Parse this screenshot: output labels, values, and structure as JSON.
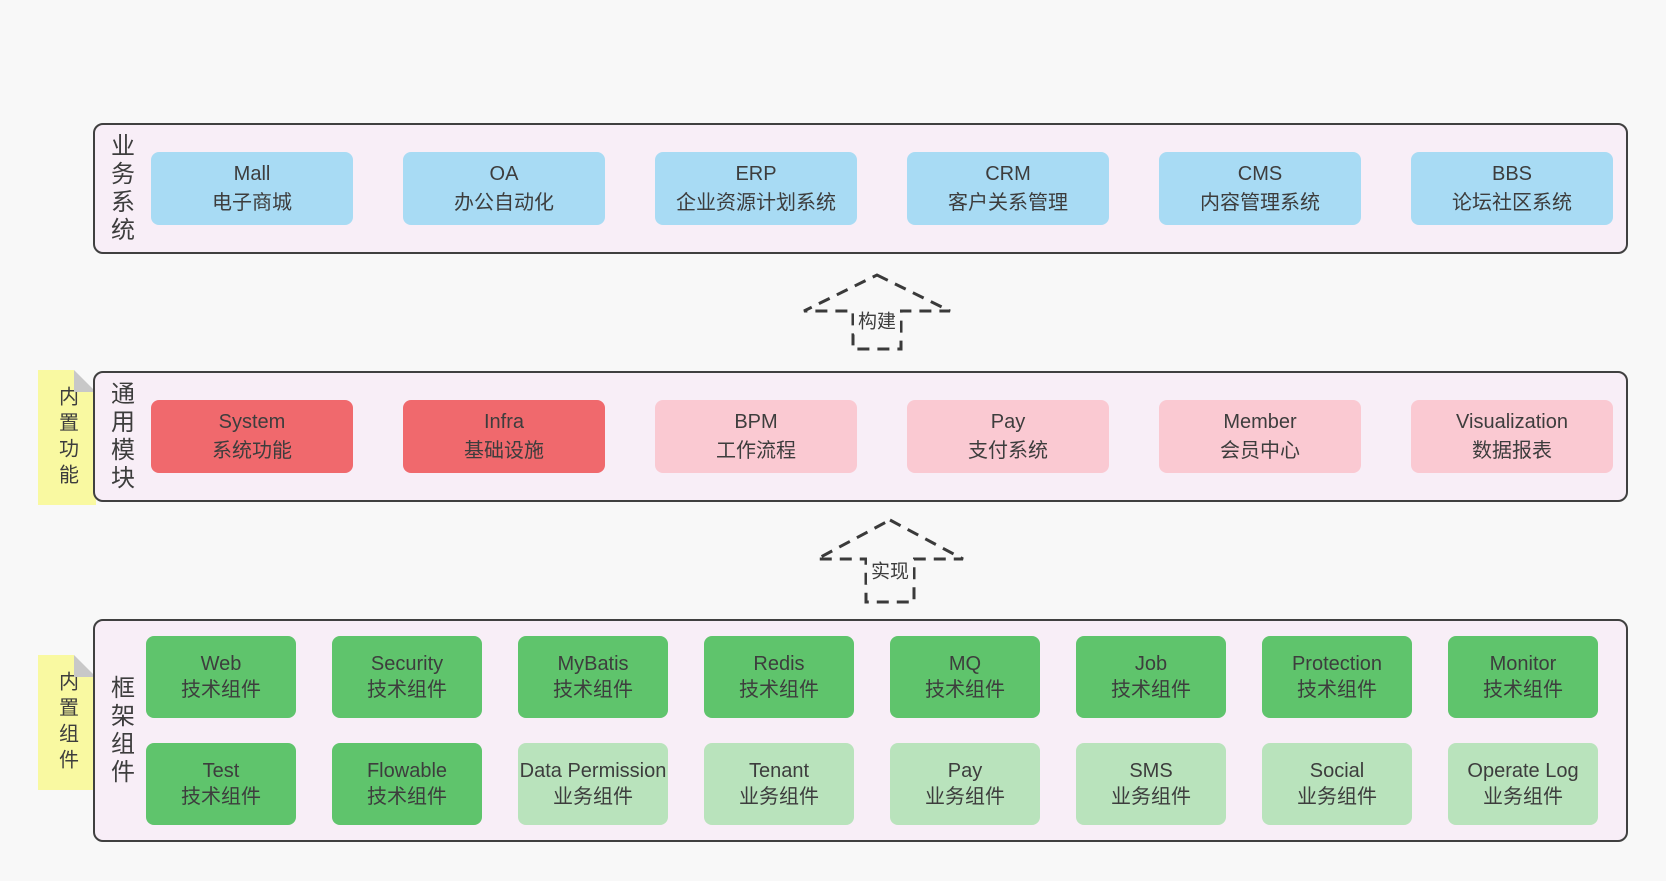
{
  "colors": {
    "page_bg": "#f8f8f8",
    "panel_bg": "#f8eef7",
    "panel_border": "#404040",
    "blue": "#a8dbf4",
    "red": "#f0696d",
    "pink": "#fac9d2",
    "green": "#5fc46c",
    "light_green": "#b9e3bc",
    "note_bg": "#f9f9a1",
    "fold": "#c8c8c8",
    "text": "#3d3d3d",
    "arrow": "#3a3a3a"
  },
  "arrows": [
    {
      "label": "构建"
    },
    {
      "label": "实现"
    }
  ],
  "notes": [
    {
      "label": "内置功能"
    },
    {
      "label": "内置组件"
    }
  ],
  "layers": {
    "business": {
      "label": "业务系统",
      "boxes": [
        {
          "en": "Mall",
          "cn": "电子商城",
          "variant": "blue"
        },
        {
          "en": "OA",
          "cn": "办公自动化",
          "variant": "blue"
        },
        {
          "en": "ERP",
          "cn": "企业资源计划系统",
          "variant": "blue"
        },
        {
          "en": "CRM",
          "cn": "客户关系管理",
          "variant": "blue"
        },
        {
          "en": "CMS",
          "cn": "内容管理系统",
          "variant": "blue"
        },
        {
          "en": "BBS",
          "cn": "论坛社区系统",
          "variant": "blue"
        }
      ]
    },
    "modules": {
      "label": "通用模块",
      "boxes": [
        {
          "en": "System",
          "cn": "系统功能",
          "variant": "red"
        },
        {
          "en": "Infra",
          "cn": "基础设施",
          "variant": "red"
        },
        {
          "en": "BPM",
          "cn": "工作流程",
          "variant": "pink"
        },
        {
          "en": "Pay",
          "cn": "支付系统",
          "variant": "pink"
        },
        {
          "en": "Member",
          "cn": "会员中心",
          "variant": "pink"
        },
        {
          "en": "Visualization",
          "cn": "数据报表",
          "variant": "pink"
        }
      ]
    },
    "components": {
      "label": "框架组件",
      "row1": [
        {
          "en": "Web",
          "cn": "技术组件",
          "variant": "green"
        },
        {
          "en": "Security",
          "cn": "技术组件",
          "variant": "green"
        },
        {
          "en": "MyBatis",
          "cn": "技术组件",
          "variant": "green"
        },
        {
          "en": "Redis",
          "cn": "技术组件",
          "variant": "green"
        },
        {
          "en": "MQ",
          "cn": "技术组件",
          "variant": "green"
        },
        {
          "en": "Job",
          "cn": "技术组件",
          "variant": "green"
        },
        {
          "en": "Protection",
          "cn": "技术组件",
          "variant": "green"
        },
        {
          "en": "Monitor",
          "cn": "技术组件",
          "variant": "green"
        }
      ],
      "row2": [
        {
          "en": "Test",
          "cn": "技术组件",
          "variant": "green"
        },
        {
          "en": "Flowable",
          "cn": "技术组件",
          "variant": "green"
        },
        {
          "en": "Data Permission",
          "cn": "业务组件",
          "variant": "light-green"
        },
        {
          "en": "Tenant",
          "cn": "业务组件",
          "variant": "light-green"
        },
        {
          "en": "Pay",
          "cn": "业务组件",
          "variant": "light-green"
        },
        {
          "en": "SMS",
          "cn": "业务组件",
          "variant": "light-green"
        },
        {
          "en": "Social",
          "cn": "业务组件",
          "variant": "light-green"
        },
        {
          "en": "Operate Log",
          "cn": "业务组件",
          "variant": "light-green"
        }
      ]
    }
  }
}
